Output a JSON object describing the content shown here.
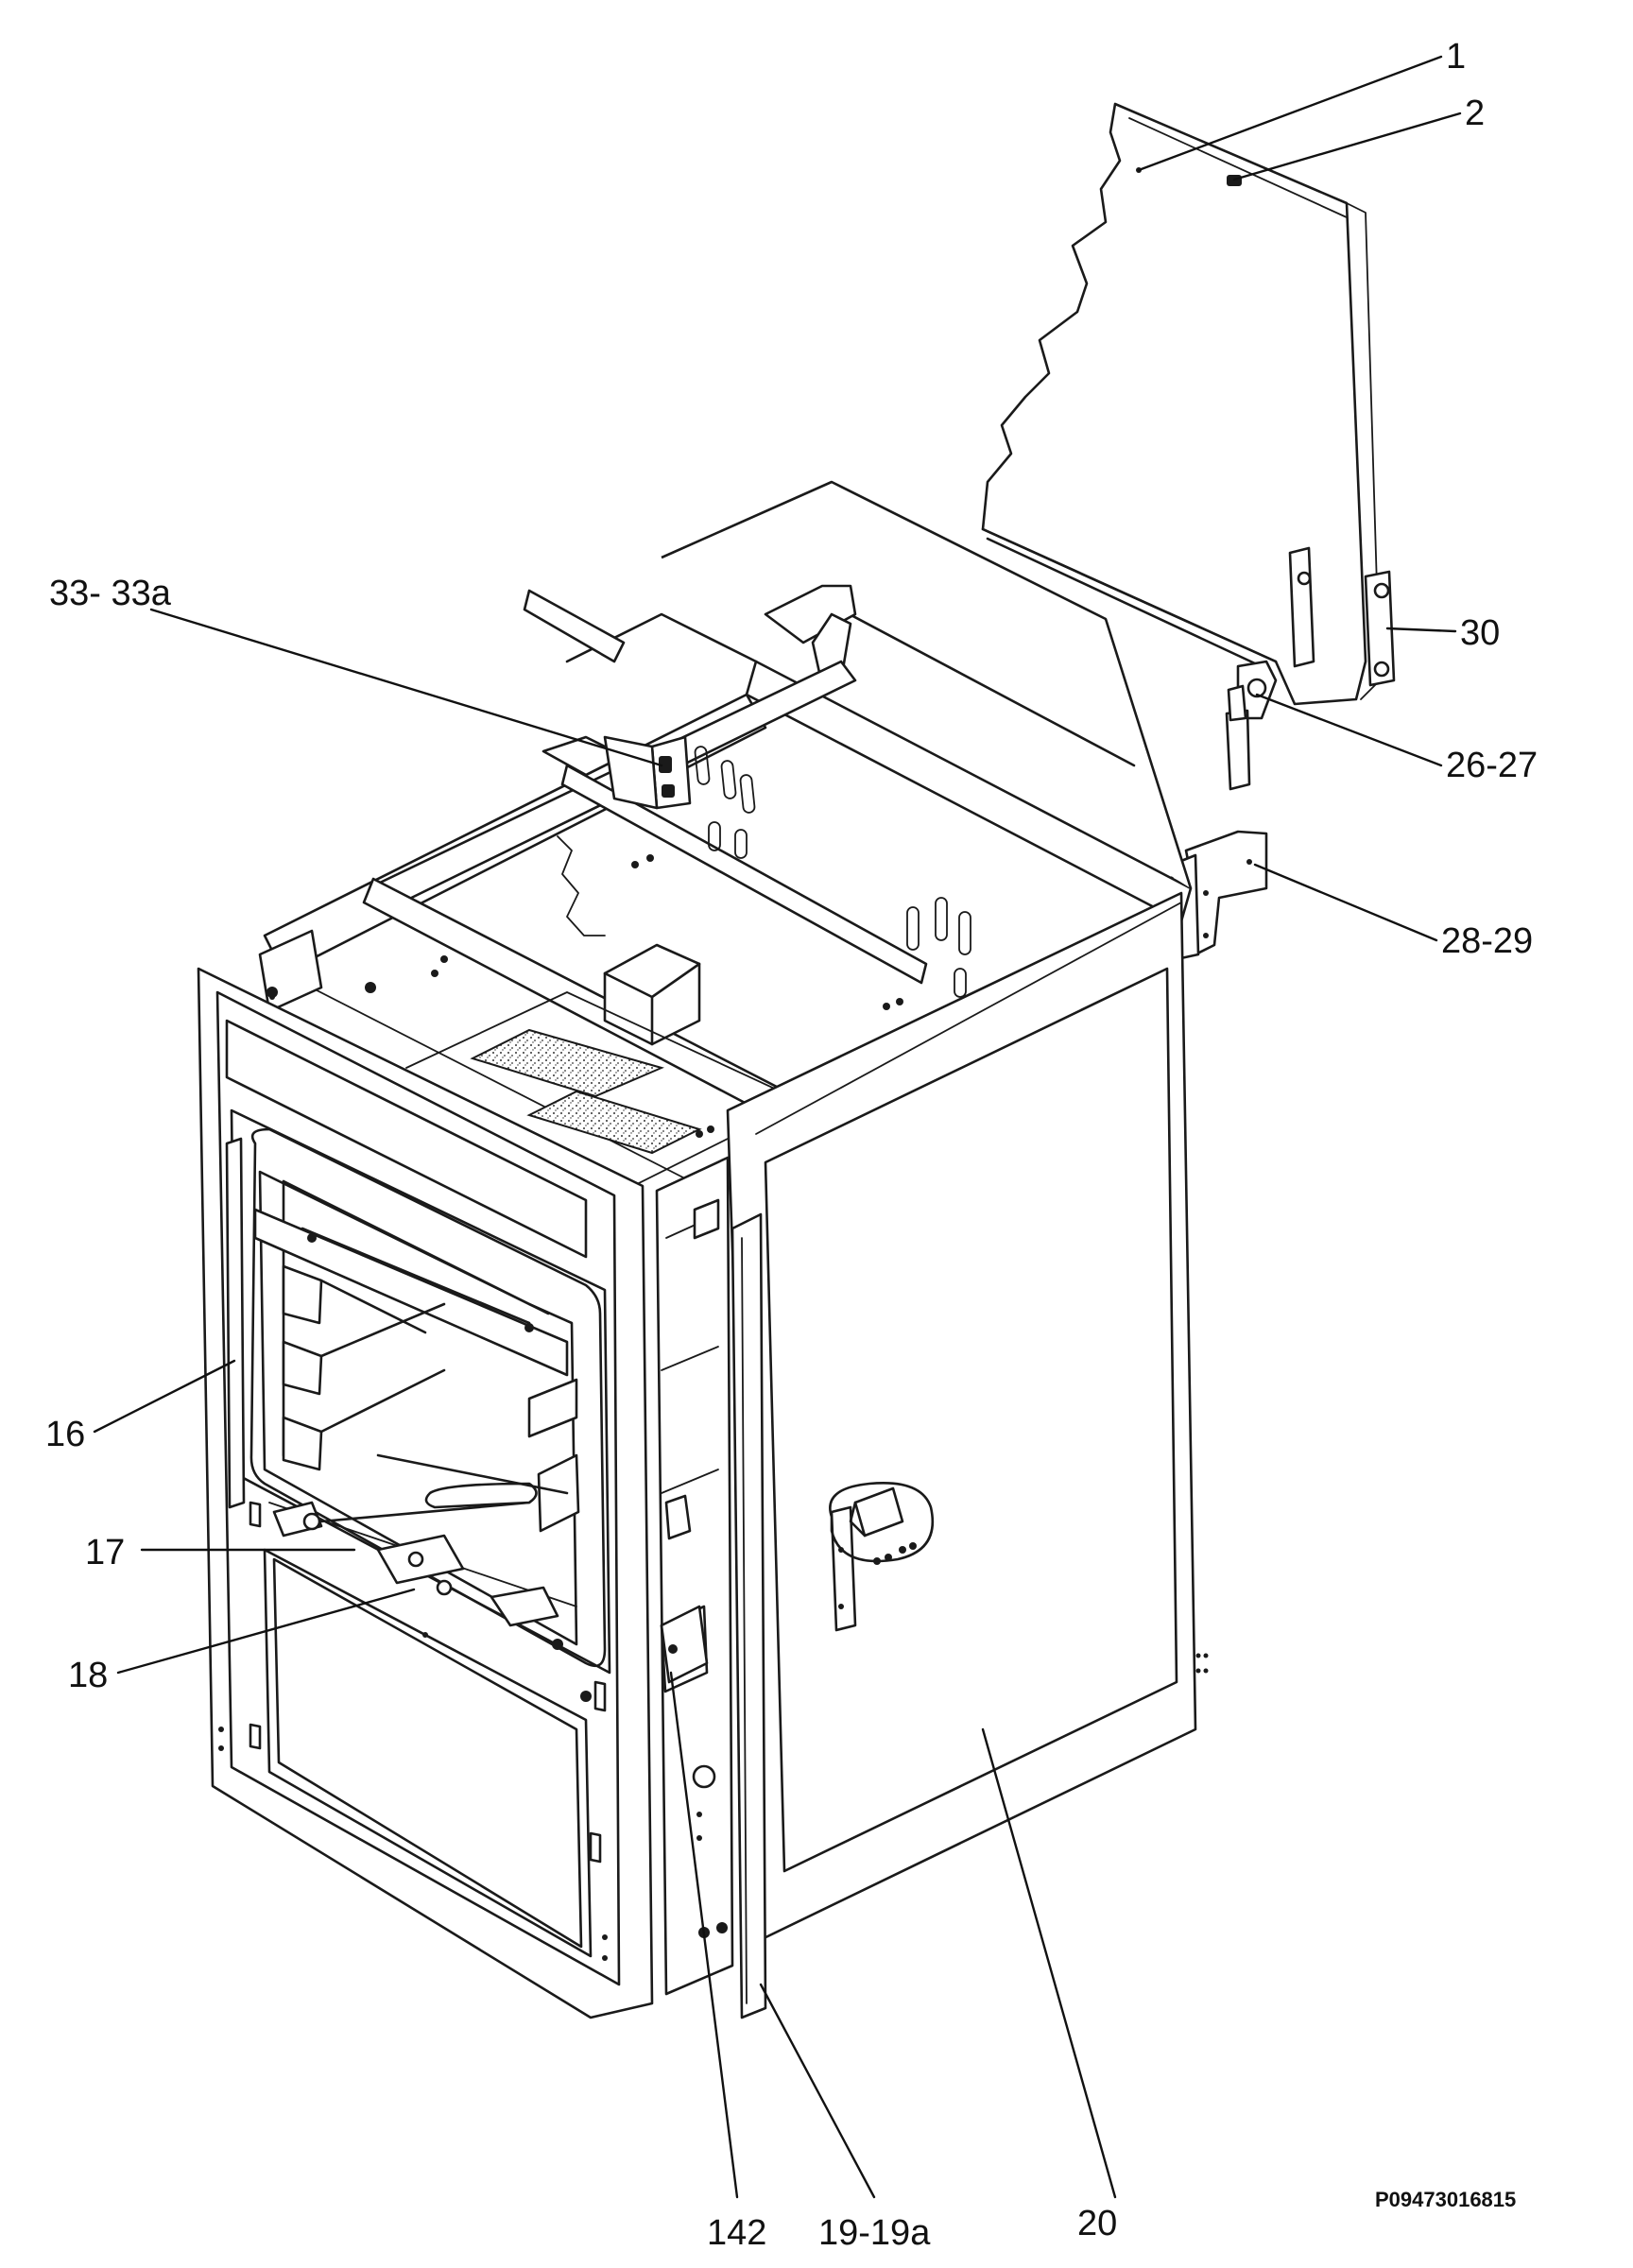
{
  "drawing_code": "P09473016815",
  "callouts": [
    {
      "id": "c1",
      "label": "1"
    },
    {
      "id": "c2",
      "label": "2"
    },
    {
      "id": "c30",
      "label": "30"
    },
    {
      "id": "c26",
      "label": "26-27"
    },
    {
      "id": "c28",
      "label": "28-29"
    },
    {
      "id": "c33",
      "label": "33- 33a"
    },
    {
      "id": "c16",
      "label": "16"
    },
    {
      "id": "c17",
      "label": "17"
    },
    {
      "id": "c18",
      "label": "18"
    },
    {
      "id": "c142",
      "label": "142"
    },
    {
      "id": "c19",
      "label": "19-19a"
    },
    {
      "id": "c20",
      "label": "20"
    }
  ]
}
